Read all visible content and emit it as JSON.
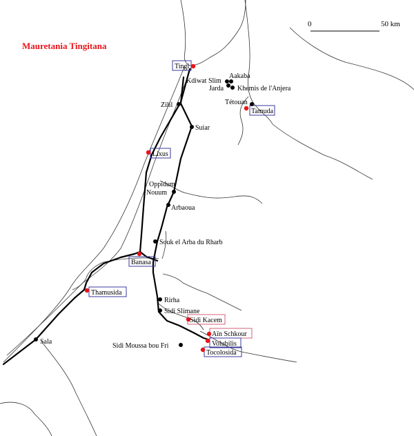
{
  "title": "Mauretania Tingitana",
  "title_color": "#e8141b",
  "scale": {
    "start": "0",
    "end": "50 km"
  },
  "colors": {
    "roman_site": "#e8141b",
    "modern_site": "#000000",
    "box_blue": "#3a3a9c",
    "box_red": "#d4607a"
  },
  "places": {
    "tingi": "Tingi",
    "kdiwat_slim": "Kdiwat Slim",
    "aakaba": "Aakaba",
    "jarda": "Jarda",
    "khemis_anjera": "Khemis de l'Anjera",
    "zilil": "Zilil",
    "tetouan": "Tétouan",
    "tamuda": "Tamuda",
    "suiar": "Suiar",
    "lixus": "Lixus",
    "oppidum1": "Oppidum",
    "oppidum2": "Nouum",
    "arbaoua": "Arbaoua",
    "souk_el_arba": "Souk el Arba du Rharb",
    "banasa": "Banasa",
    "thamusida": "Thamusida",
    "rirha": "Rirha",
    "sidi_slimane": "Sidi Slimane",
    "sidi_kacem": "Sidi Kacem",
    "ain_schkour": "Aïn Schkour",
    "volubilis": "Volubilis",
    "sidi_moussa": "Sidi Moussa bou Fri",
    "tocolosida": "Tocolosida",
    "sala": "Sala"
  }
}
